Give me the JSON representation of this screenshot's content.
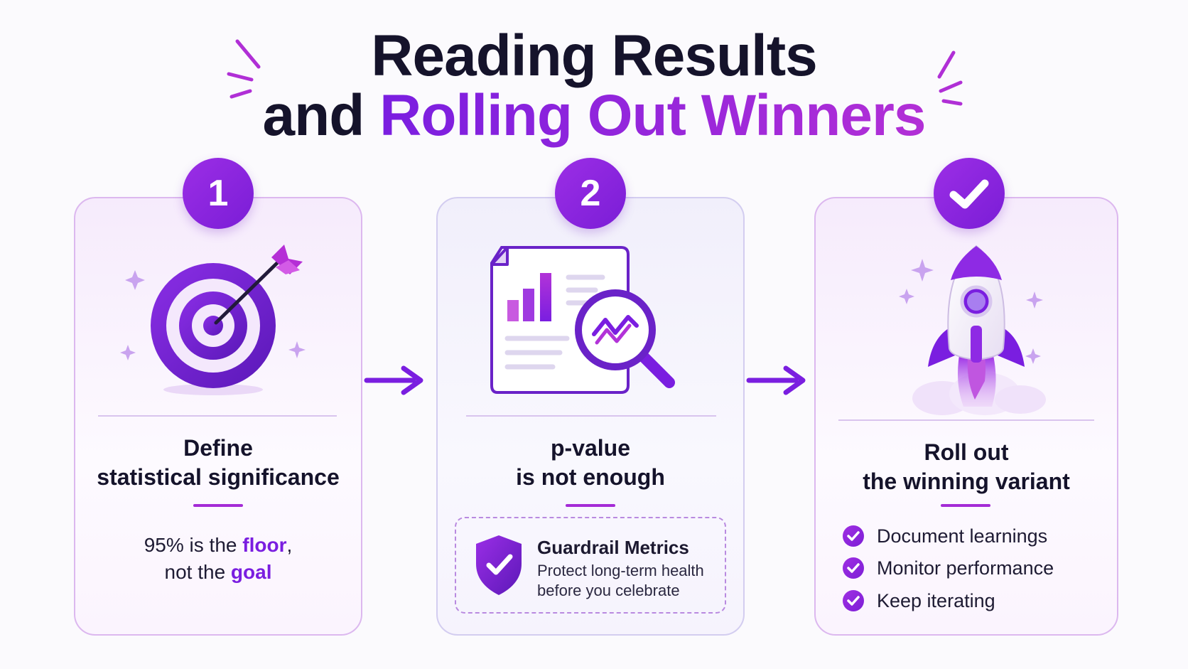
{
  "title": {
    "line1": "Reading Results",
    "line2_dark": "and",
    "line2_accent": "Rolling Out Winners"
  },
  "steps": [
    {
      "badge": "1",
      "icon": "target-icon",
      "heading_line1": "Define",
      "heading_line2": "statistical significance",
      "body_part1": "95% is the ",
      "body_accent1": "floor",
      "body_part2": ",",
      "body_part3": "not the ",
      "body_accent2": "goal"
    },
    {
      "badge": "2",
      "icon": "report-magnifier-icon",
      "heading_line1": "p-value",
      "heading_line2": "is not enough",
      "guard_title": "Guardrail Metrics",
      "guard_line1": "Protect long-term health",
      "guard_line2": "before you celebrate"
    },
    {
      "badge": "✓",
      "icon": "rocket-icon",
      "heading_line1": "Roll out",
      "heading_line2": "the winning variant",
      "checklist": [
        "Document learnings",
        "Monitor performance",
        "Keep iterating"
      ]
    }
  ],
  "colors": {
    "accent": "#7a1ee0",
    "accent_pink": "#b22fd6",
    "dark": "#15132b"
  }
}
